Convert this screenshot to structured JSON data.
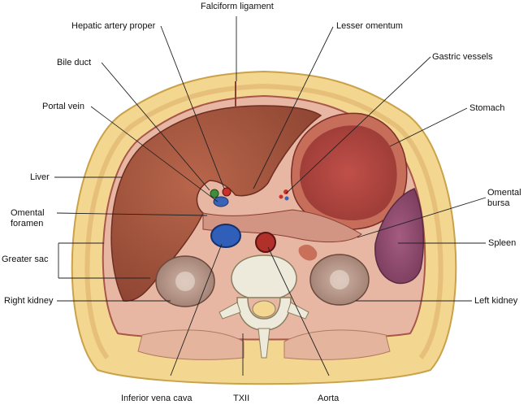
{
  "labels": {
    "falciform_ligament": "Falciform ligament",
    "hepatic_artery_proper": "Hepatic artery proper",
    "lesser_omentum": "Lesser omentum",
    "bile_duct": "Bile duct",
    "gastric_vessels": "Gastric vessels",
    "portal_vein": "Portal vein",
    "stomach": "Stomach",
    "liver": "Liver",
    "omental_bursa": "Omental\nbursa",
    "omental_foramen": "Omental\nforamen",
    "spleen": "Spleen",
    "greater_sac": "Greater sac",
    "right_kidney": "Right kidney",
    "left_kidney": "Left kidney",
    "inferior_vena_cava": "Inferior vena cava",
    "txii": "TXII",
    "aorta": "Aorta"
  },
  "colors": {
    "body_wall": "#f3d68f",
    "body_outline": "#c9a24a",
    "peritoneum": "#e7b7a4",
    "liver": "#a2573f",
    "stomach_wall": "#c76e5a",
    "stomach_mucosa": "#b04a45",
    "spleen": "#8e4b6e",
    "kidney": "#b99a8c",
    "ivc": "#2f5fb8",
    "aorta": "#b2302a",
    "bone": "#eeeadb",
    "muscle": "#e4b49c",
    "leader_line": "#222222"
  }
}
